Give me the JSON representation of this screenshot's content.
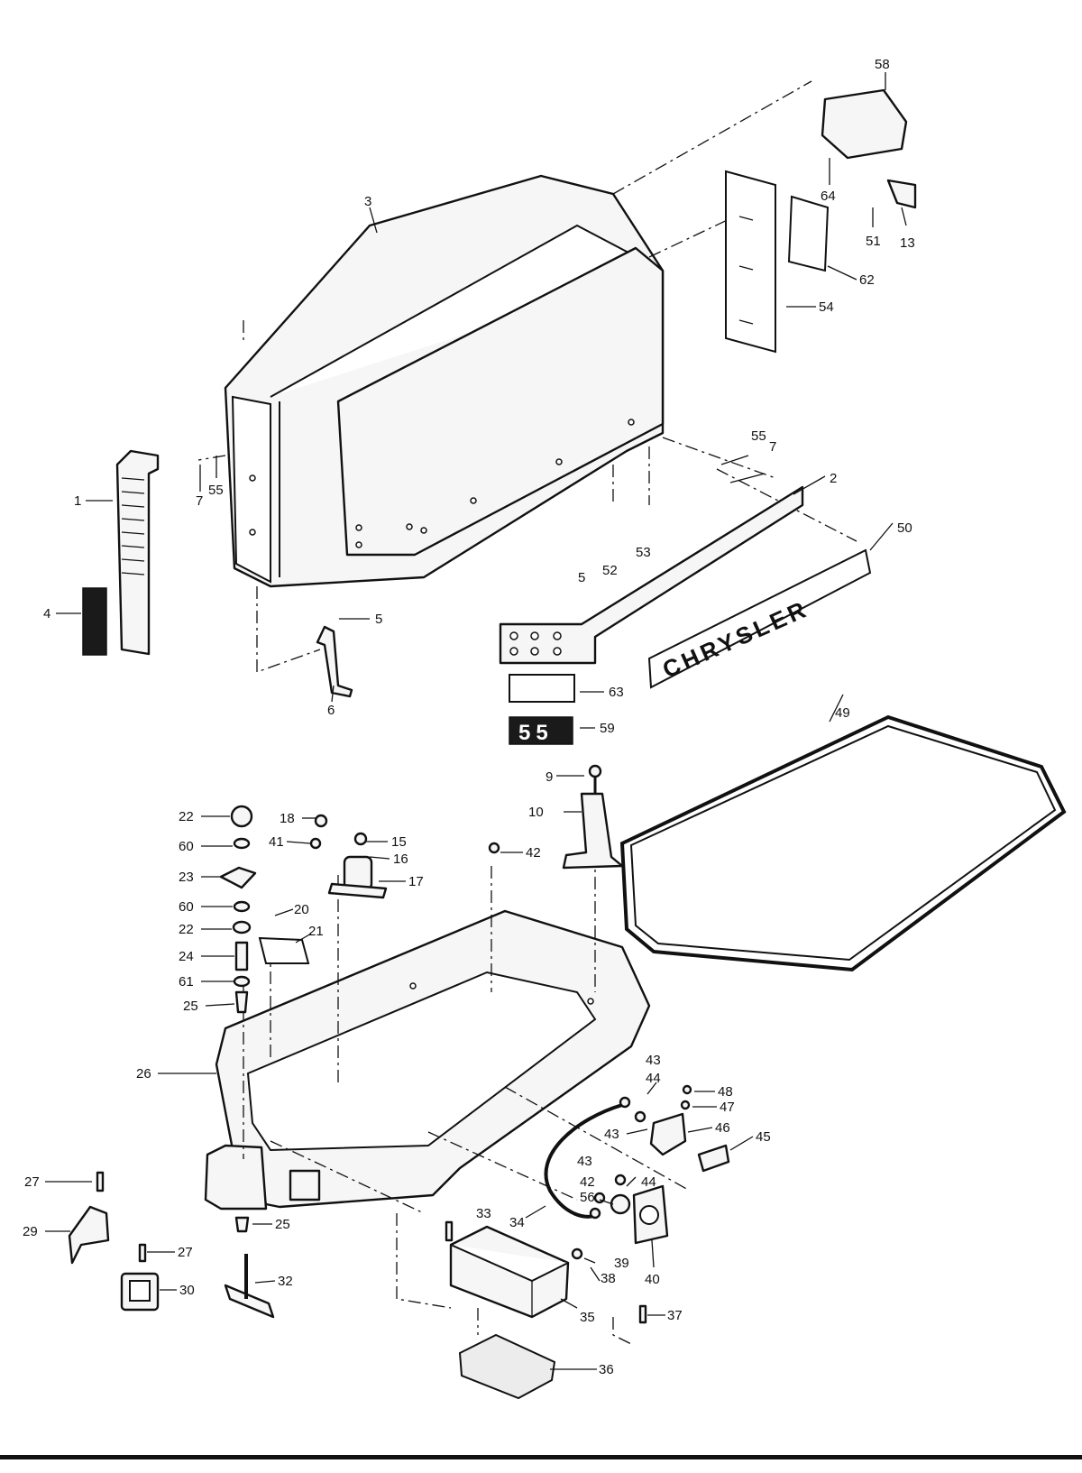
{
  "badge": {
    "text": "55"
  },
  "nameplate": {
    "text": "CHRYSLER"
  },
  "callouts": [
    {
      "id": "c3",
      "text": "3"
    },
    {
      "id": "c58",
      "text": "58"
    },
    {
      "id": "c64",
      "text": "64"
    },
    {
      "id": "c51",
      "text": "51"
    },
    {
      "id": "c13",
      "text": "13"
    },
    {
      "id": "c62",
      "text": "62"
    },
    {
      "id": "c54",
      "text": "54"
    },
    {
      "id": "c1",
      "text": "1"
    },
    {
      "id": "c7a",
      "text": "7"
    },
    {
      "id": "c55a",
      "text": "55"
    },
    {
      "id": "c4",
      "text": "4"
    },
    {
      "id": "c5a",
      "text": "5"
    },
    {
      "id": "c6",
      "text": "6"
    },
    {
      "id": "c55b",
      "text": "55"
    },
    {
      "id": "c7b",
      "text": "7"
    },
    {
      "id": "c2",
      "text": "2"
    },
    {
      "id": "c50",
      "text": "50"
    },
    {
      "id": "c5b",
      "text": "5"
    },
    {
      "id": "c52",
      "text": "52"
    },
    {
      "id": "c53",
      "text": "53"
    },
    {
      "id": "c63",
      "text": "63"
    },
    {
      "id": "c59",
      "text": "59"
    },
    {
      "id": "c49",
      "text": "49"
    },
    {
      "id": "c9",
      "text": "9"
    },
    {
      "id": "c10",
      "text": "10"
    },
    {
      "id": "c22a",
      "text": "22"
    },
    {
      "id": "c60a",
      "text": "60"
    },
    {
      "id": "c23",
      "text": "23"
    },
    {
      "id": "c60b",
      "text": "60"
    },
    {
      "id": "c22b",
      "text": "22"
    },
    {
      "id": "c24",
      "text": "24"
    },
    {
      "id": "c61",
      "text": "61"
    },
    {
      "id": "c25a",
      "text": "25"
    },
    {
      "id": "c18",
      "text": "18"
    },
    {
      "id": "c41",
      "text": "41"
    },
    {
      "id": "c15",
      "text": "15"
    },
    {
      "id": "c16",
      "text": "16"
    },
    {
      "id": "c17",
      "text": "17"
    },
    {
      "id": "c42a",
      "text": "42"
    },
    {
      "id": "c20",
      "text": "20"
    },
    {
      "id": "c21",
      "text": "21"
    },
    {
      "id": "c26",
      "text": "26"
    },
    {
      "id": "c27a",
      "text": "27"
    },
    {
      "id": "c29",
      "text": "29"
    },
    {
      "id": "c25b",
      "text": "25"
    },
    {
      "id": "c27b",
      "text": "27"
    },
    {
      "id": "c30",
      "text": "30"
    },
    {
      "id": "c32",
      "text": "32"
    },
    {
      "id": "c43a",
      "text": "43"
    },
    {
      "id": "c44a",
      "text": "44"
    },
    {
      "id": "c48",
      "text": "48"
    },
    {
      "id": "c47",
      "text": "47"
    },
    {
      "id": "c43b",
      "text": "43"
    },
    {
      "id": "c46",
      "text": "46"
    },
    {
      "id": "c45",
      "text": "45"
    },
    {
      "id": "c43c",
      "text": "43"
    },
    {
      "id": "c44b",
      "text": "44"
    },
    {
      "id": "c42b",
      "text": "42"
    },
    {
      "id": "c56",
      "text": "56"
    },
    {
      "id": "c33",
      "text": "33"
    },
    {
      "id": "c34",
      "text": "34"
    },
    {
      "id": "c39",
      "text": "39"
    },
    {
      "id": "c38",
      "text": "38"
    },
    {
      "id": "c40",
      "text": "40"
    },
    {
      "id": "c35",
      "text": "35"
    },
    {
      "id": "c37",
      "text": "37"
    },
    {
      "id": "c36",
      "text": "36"
    }
  ]
}
